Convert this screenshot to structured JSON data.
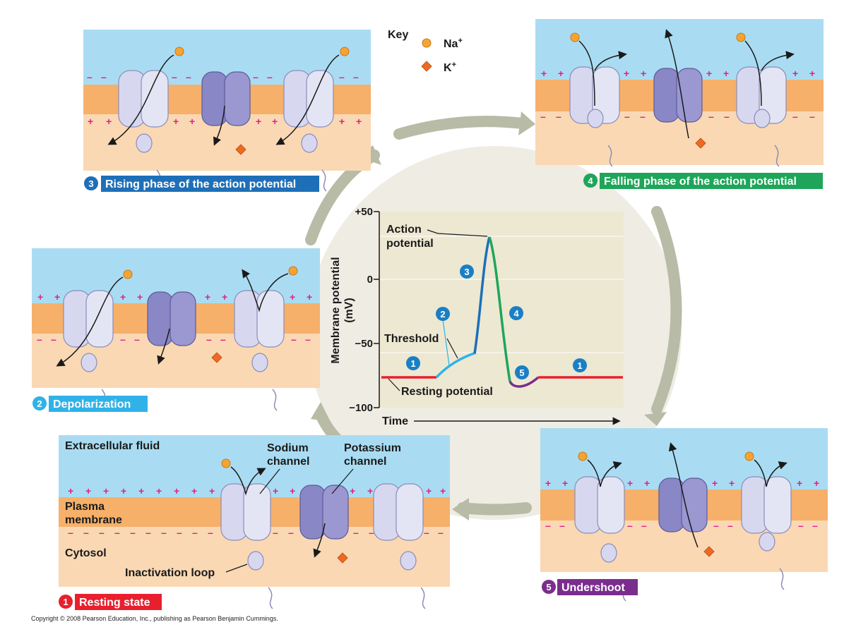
{
  "key": {
    "title": "Key",
    "na": "Na",
    "k": "K",
    "sup": "+"
  },
  "charges": {
    "plus": "+",
    "minus": "–"
  },
  "stages": [
    {
      "num": "1",
      "title": "Resting state",
      "color": "#e8202e"
    },
    {
      "num": "2",
      "title": "Depolarization",
      "color": "#2fb2e8"
    },
    {
      "num": "3",
      "title": "Rising phase of the action potential",
      "color": "#1e6fb8"
    },
    {
      "num": "4",
      "title": "Falling phase of the action potential",
      "color": "#1fa55a"
    },
    {
      "num": "5",
      "title": "Undershoot",
      "color": "#7b2d8e"
    }
  ],
  "labels": {
    "extracellular": "Extracellular fluid",
    "plasma_1": "Plasma",
    "plasma_2": "membrane",
    "cytosol": "Cytosol",
    "sodium_1": "Sodium",
    "sodium_2": "channel",
    "potassium_1": "Potassium",
    "potassium_2": "channel",
    "inactivation": "Inactivation loop"
  },
  "graph": {
    "ylabel_1": "Membrane potential",
    "ylabel_2": "(mV)",
    "xlabel": "Time",
    "ticks": [
      "+50",
      "0",
      "−50",
      "−100"
    ],
    "action_1": "Action",
    "action_2": "potential",
    "threshold": "Threshold",
    "resting": "Resting potential",
    "markers": [
      "1",
      "2",
      "3",
      "4",
      "5",
      "1"
    ]
  },
  "copyright": "Copyright © 2008 Pearson Education, Inc., publishing as Pearson Benjamin Cummings."
}
